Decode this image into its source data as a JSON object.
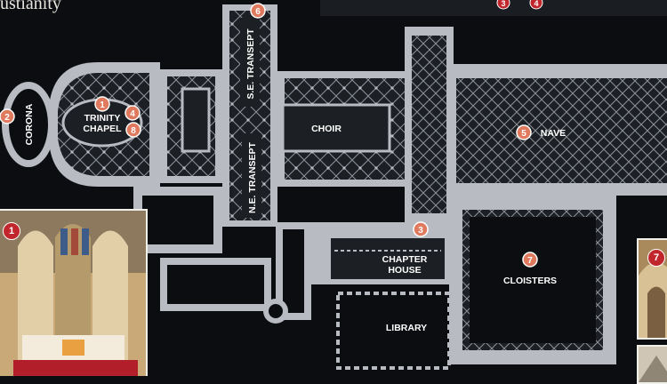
{
  "caption": "ustianity",
  "labels": {
    "corona": "CORONA",
    "trinity_chapel": [
      "TRINITY",
      "CHAPEL"
    ],
    "se_transept": "S.E. TRANSEPT",
    "ne_transept": "N.E. TRANSEPT",
    "choir": "CHOIR",
    "nave": "NAVE",
    "chapter_house": [
      "CHAPTER",
      "HOUSE"
    ],
    "cloisters": "CLOISTERS",
    "library": "LIBRARY"
  },
  "markers": {
    "m1": "1",
    "m2": "2",
    "m3": "3",
    "m4": "4",
    "m5": "5",
    "m6": "6",
    "m7": "7",
    "m8": "8",
    "top3": "3",
    "top4": "4",
    "photo1": "1",
    "photo7": "7"
  },
  "colors": {
    "background": "#0b0d10",
    "plan": "#b8bcc2",
    "plan_dark": "#1c1f23",
    "marker": "#e07a5f",
    "marker_dark": "#c0262b",
    "label": "#ffffff"
  }
}
